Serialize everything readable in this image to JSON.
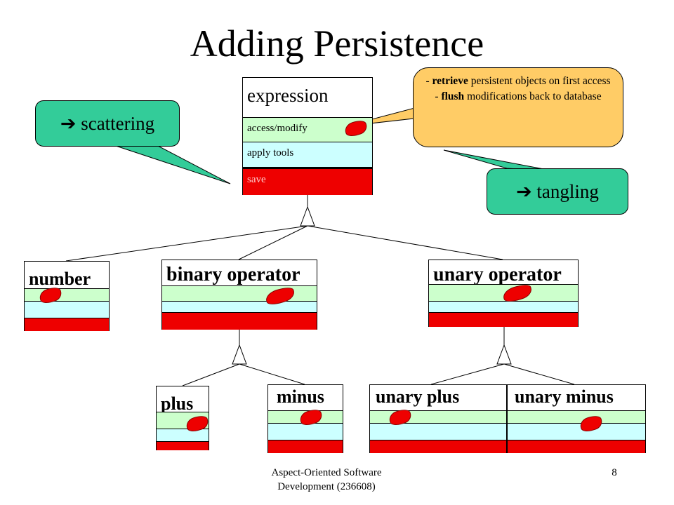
{
  "title": "Adding Persistence",
  "expression": {
    "name": "expression",
    "rows": [
      "access/modify",
      "apply tools",
      "save"
    ]
  },
  "classes": {
    "number": "number",
    "binary_operator": "binary operator",
    "unary_operator": "unary operator",
    "plus": "plus",
    "minus": "minus",
    "unary_plus": "unary plus",
    "unary_minus": "unary minus"
  },
  "callouts": {
    "scattering": "➔ scattering",
    "tangling": "➔ tangling"
  },
  "bubble": {
    "line1_bold": "retrieve",
    "line1_rest": " persistent objects on first access",
    "line1_prefix": "- ",
    "line2_prefix": "- ",
    "line2_bold": "flush",
    "line2_rest": " modifications back to database"
  },
  "footer": {
    "source_line1": "Aspect-Oriented Software",
    "source_line2": "Development (236608)",
    "page_number": "8"
  },
  "colors": {
    "green_band": "#ccffcc",
    "cyan_band": "#ccffff",
    "red_band": "#ee0000",
    "callout": "#33cc99",
    "bubble": "#ffcc66"
  }
}
